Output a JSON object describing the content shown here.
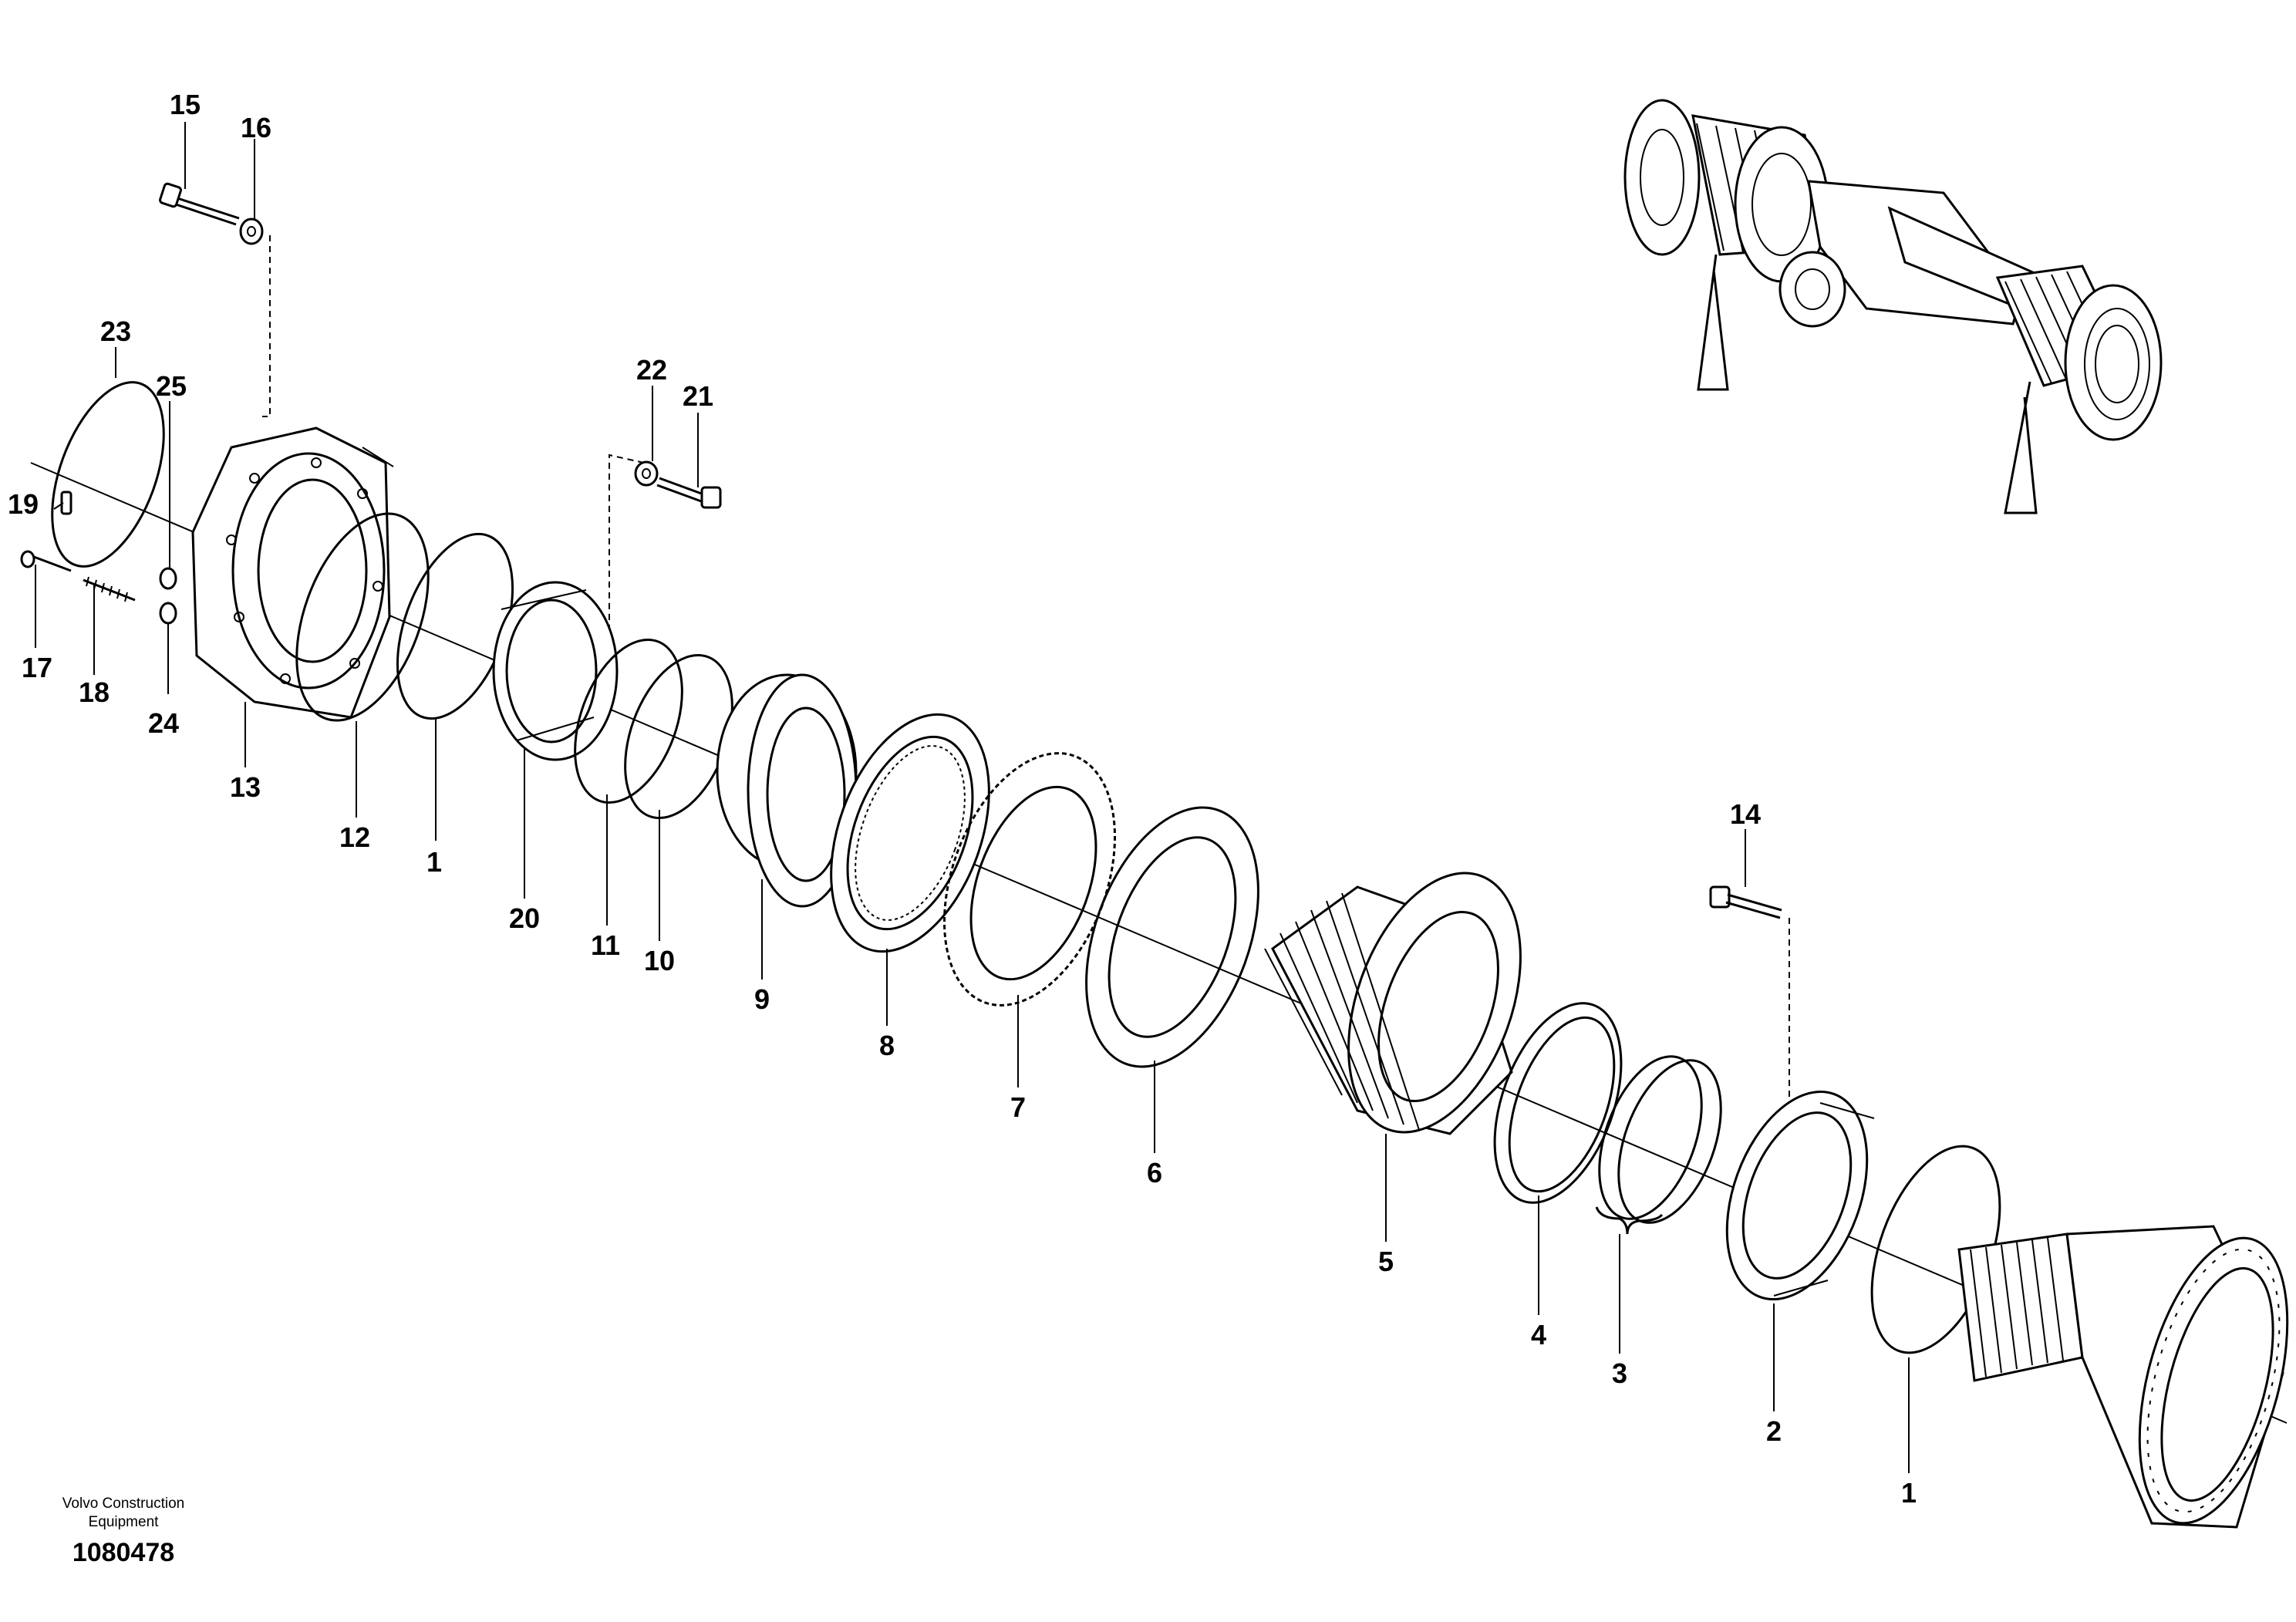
{
  "diagram": {
    "callouts": [
      {
        "id": "c15",
        "text": "15"
      },
      {
        "id": "c16",
        "text": "16"
      },
      {
        "id": "c23",
        "text": "23"
      },
      {
        "id": "c25",
        "text": "25"
      },
      {
        "id": "c19",
        "text": "19"
      },
      {
        "id": "c17",
        "text": "17"
      },
      {
        "id": "c18",
        "text": "18"
      },
      {
        "id": "c24",
        "text": "24"
      },
      {
        "id": "c13",
        "text": "13"
      },
      {
        "id": "c12",
        "text": "12"
      },
      {
        "id": "c1a",
        "text": "1"
      },
      {
        "id": "c22",
        "text": "22"
      },
      {
        "id": "c21",
        "text": "21"
      },
      {
        "id": "c20",
        "text": "20"
      },
      {
        "id": "c11",
        "text": "11"
      },
      {
        "id": "c10",
        "text": "10"
      },
      {
        "id": "c9",
        "text": "9"
      },
      {
        "id": "c8",
        "text": "8"
      },
      {
        "id": "c7",
        "text": "7"
      },
      {
        "id": "c6",
        "text": "6"
      },
      {
        "id": "c5",
        "text": "5"
      },
      {
        "id": "c14",
        "text": "14"
      },
      {
        "id": "c4",
        "text": "4"
      },
      {
        "id": "c3",
        "text": "3"
      },
      {
        "id": "c2",
        "text": "2"
      },
      {
        "id": "c1b",
        "text": "1"
      }
    ]
  },
  "footer": {
    "company_line1": "Volvo Construction",
    "company_line2": "Equipment",
    "document_number": "1080478"
  }
}
